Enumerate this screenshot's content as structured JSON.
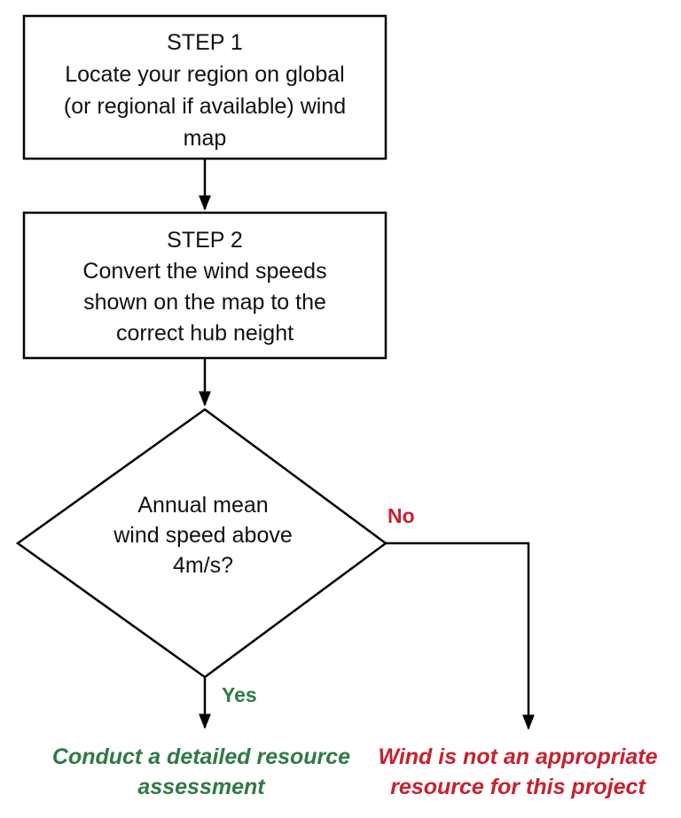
{
  "flowchart": {
    "step1": {
      "heading": "STEP 1",
      "lines": [
        "Locate your region on global",
        "(or regional if available)  wind",
        "map"
      ]
    },
    "step2": {
      "heading": "STEP 2",
      "lines": [
        "Convert the wind speeds",
        "shown on the map to the",
        "correct hub neight"
      ]
    },
    "decision": {
      "lines": [
        "Annual mean",
        "wind speed above",
        "4m/s?"
      ]
    },
    "branch_no": {
      "label": "No",
      "color": "#c8202f"
    },
    "branch_yes": {
      "label": "Yes",
      "color": "#2f7a45"
    },
    "outcome_yes": {
      "lines": [
        "Conduct a detailed resource",
        "assessment"
      ],
      "color": "#2f7a45"
    },
    "outcome_no": {
      "lines": [
        "Wind is not an appropriate",
        "resource for this project"
      ],
      "color": "#c8202f"
    }
  }
}
